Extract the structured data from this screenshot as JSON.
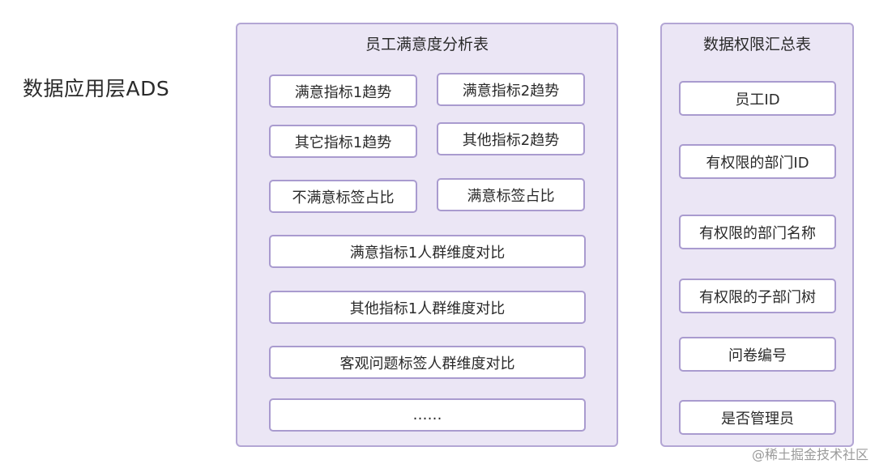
{
  "layer_label": "数据应用层ADS",
  "analysis_table": {
    "title": "员工满意度分析表",
    "items": [
      "满意指标1趋势",
      "满意指标2趋势",
      "其它指标1趋势",
      "其他指标2趋势",
      "不满意标签占比",
      "满意标签占比",
      "满意指标1人群维度对比",
      "其他指标1人群维度对比",
      "客观问题标签人群维度对比",
      "……"
    ]
  },
  "permission_table": {
    "title": "数据权限汇总表",
    "items": [
      "员工ID",
      "有权限的部门ID",
      "有权限的部门名称",
      "有权限的子部门树",
      "问卷编号",
      "是否管理员"
    ]
  },
  "watermark": "@稀土掘金技术社区"
}
